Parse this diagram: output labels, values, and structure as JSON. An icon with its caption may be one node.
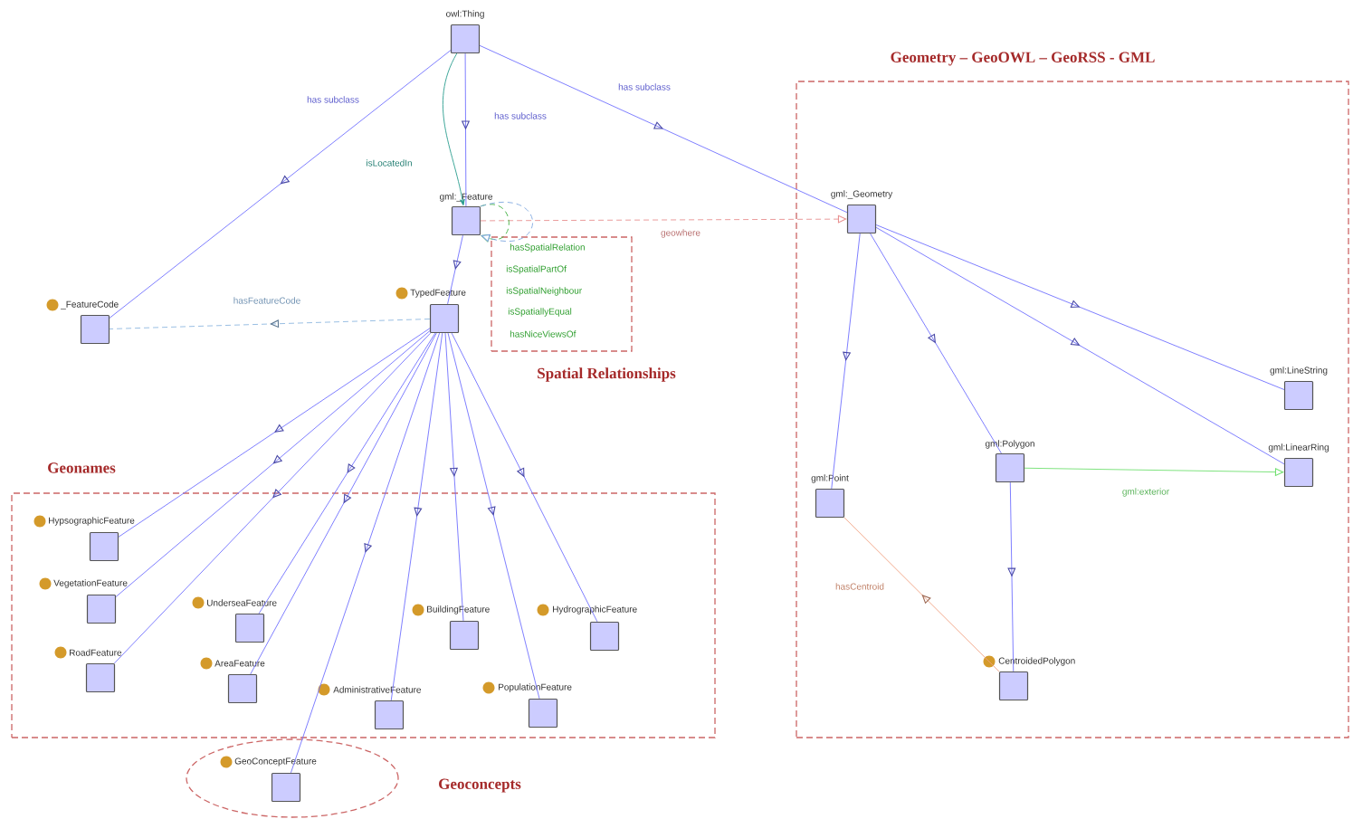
{
  "diagram": {
    "nodes": [
      {
        "text": [
          "Geometry – GeoOWL – GeoRSS - GML"
        ]
      },
      {
        "text": [
          "hasSpatialRelation",
          "isSpatialPartOf",
          "isSpatialNeighbour",
          "isSpatiallyEqual",
          "hasNiceViewsOf",
          "Spatial Relationships"
        ]
      },
      {
        "text": [
          "Geonames"
        ]
      },
      {
        "text": [
          "Geoconcepts"
        ]
      },
      {
        "text": [
          "owl:Thing"
        ]
      },
      {
        "text": [
          "gml:_Feature"
        ]
      },
      {
        "text": [
          "_FeatureCode"
        ]
      },
      {
        "text": [
          "TypedFeature"
        ]
      },
      {
        "text": [
          "gml:_Geometry"
        ],
        "in": 0
      },
      {
        "text": [
          "gml:LineString"
        ],
        "in": 0
      },
      {
        "text": [
          "gml:Polygon"
        ],
        "in": 0
      },
      {
        "text": [
          "gml:LinearRing"
        ],
        "in": 0
      },
      {
        "text": [
          "gml:Point"
        ],
        "in": 0
      },
      {
        "text": [
          "CentroidedPolygon"
        ],
        "in": 0
      },
      {
        "text": [
          "HypsographicFeature"
        ],
        "in": 2
      },
      {
        "text": [
          "VegetationFeature"
        ],
        "in": 2
      },
      {
        "text": [
          "UnderseaFeature"
        ],
        "in": 2
      },
      {
        "text": [
          "RoadFeature"
        ],
        "in": 2
      },
      {
        "text": [
          "AreaFeature"
        ],
        "in": 2
      },
      {
        "text": [
          "BuildingFeature"
        ],
        "in": 2
      },
      {
        "text": [
          "HydrographicFeature"
        ],
        "in": 2
      },
      {
        "text": [
          "AdministrativeFeature"
        ],
        "in": 2
      },
      {
        "text": [
          "PopulationFeature"
        ],
        "in": 2
      },
      {
        "text": [
          "GeoConceptFeature"
        ],
        "in": 3
      }
    ],
    "edges": [
      {
        "from": 4,
        "to": 6,
        "arrow": "to",
        "label": "has subclass"
      },
      {
        "from": 4,
        "to": 5,
        "arrow": "to",
        "label": "has subclass"
      },
      {
        "from": 4,
        "to": 8,
        "arrow": "to",
        "label": "has subclass"
      },
      {
        "from": 4,
        "to": 5,
        "arrow": "to",
        "label": "isLocatedIn",
        "color": "#2a9d8f"
      },
      {
        "from": 5,
        "to": 7,
        "arrow": "to"
      },
      {
        "from": 7,
        "to": 6,
        "arrow": "to",
        "label": "hasFeatureCode",
        "style": "dashed",
        "color": "#8fb8e0"
      },
      {
        "from": 5,
        "to": 8,
        "arrow": "to",
        "label": "geowhere",
        "style": "dashed",
        "color": "#e89090"
      },
      {
        "from": 5,
        "to": 5,
        "arrow": "to",
        "style": "dashed",
        "color": "#40b040"
      },
      {
        "from": 5,
        "to": 5,
        "arrow": "to",
        "style": "dashed",
        "color": "#80a8e0"
      },
      {
        "from": 7,
        "to": 14,
        "arrow": "to"
      },
      {
        "from": 7,
        "to": 15,
        "arrow": "to"
      },
      {
        "from": 7,
        "to": 16,
        "arrow": "to"
      },
      {
        "from": 7,
        "to": 17,
        "arrow": "to"
      },
      {
        "from": 7,
        "to": 18,
        "arrow": "to"
      },
      {
        "from": 7,
        "to": 19,
        "arrow": "to"
      },
      {
        "from": 7,
        "to": 20,
        "arrow": "to"
      },
      {
        "from": 7,
        "to": 21,
        "arrow": "to"
      },
      {
        "from": 7,
        "to": 22,
        "arrow": "to"
      },
      {
        "from": 7,
        "to": 23,
        "arrow": "to"
      },
      {
        "from": 8,
        "to": 12,
        "arrow": "to"
      },
      {
        "from": 8,
        "to": 10,
        "arrow": "to"
      },
      {
        "from": 8,
        "to": 9,
        "arrow": "to"
      },
      {
        "from": 8,
        "to": 11,
        "arrow": "to"
      },
      {
        "from": 10,
        "to": 13,
        "arrow": "to"
      },
      {
        "from": 10,
        "to": 11,
        "arrow": "to",
        "label": "gml:exterior",
        "color": "#70e070"
      },
      {
        "from": 13,
        "to": 12,
        "arrow": "to",
        "label": "hasCentroid",
        "color": "#f0a080"
      }
    ]
  }
}
